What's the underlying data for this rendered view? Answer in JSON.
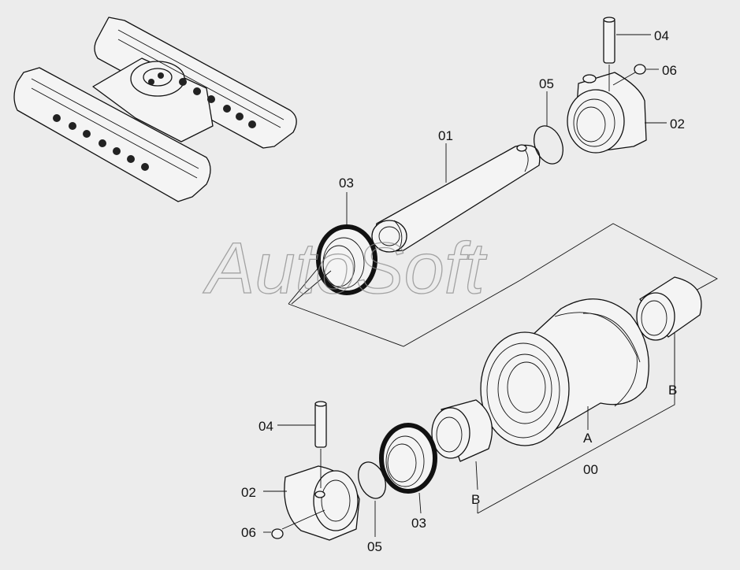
{
  "watermark": "AutoSoft",
  "labels": {
    "pin_top": "04",
    "plug_top": "06",
    "oring_top": "05",
    "block_top": "02",
    "shaft": "01",
    "seal_top": "03",
    "ref_b_right": "B",
    "ref_a": "A",
    "roller_assy": "00",
    "pin_bottom": "04",
    "block_bottom": "02",
    "plug_bottom": "06",
    "oring_bottom": "05",
    "seal_bottom": "03",
    "ref_b_left": "B"
  }
}
